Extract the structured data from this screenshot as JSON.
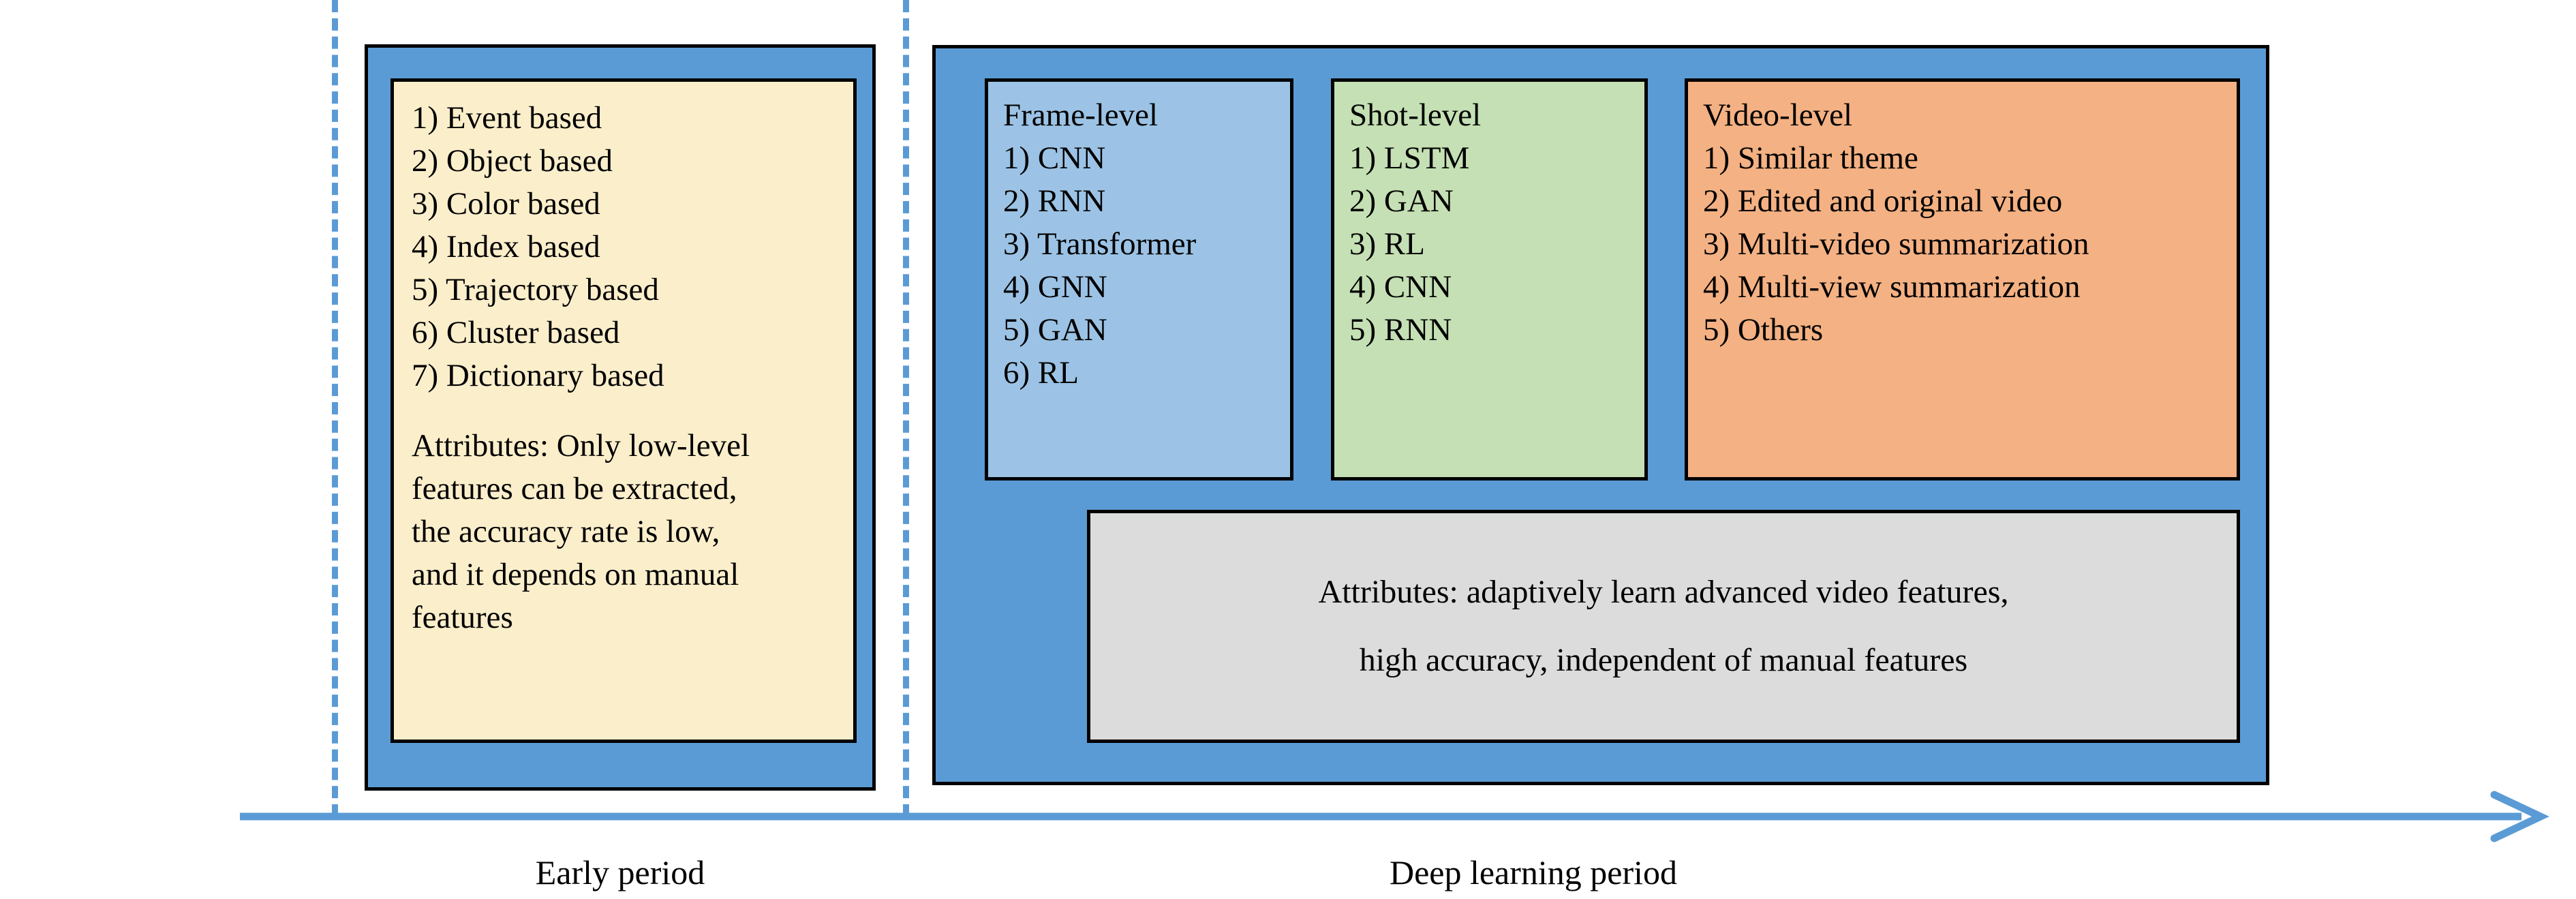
{
  "colors": {
    "panel_blue": "#5B9BD5",
    "early_box": "#FBEECB",
    "frame_box": "#9CC3E5",
    "shot_box": "#C5E0B4",
    "video_box": "#F4B183",
    "attributes_box": "#DCDCDC",
    "separator": "#5B9BD5",
    "outline": "#000000"
  },
  "timeline": {
    "axis_label_early": "Early period",
    "axis_label_deep": "Deep learning period",
    "arrow_direction": "right"
  },
  "early_period": {
    "methods": [
      "1) Event based",
      "2) Object based",
      "3) Color based",
      "4) Index based",
      "5) Trajectory based",
      "6) Cluster based",
      "7) Dictionary based"
    ],
    "attributes_lines": [
      "Attributes: Only low-level",
      "features can be extracted,",
      "the accuracy rate is low,",
      "and it depends on manual",
      "features"
    ]
  },
  "deep_learning_period": {
    "frame_level": {
      "heading": "Frame-level",
      "items": [
        "1) CNN",
        "2) RNN",
        "3) Transformer",
        "4) GNN",
        "5) GAN",
        "6) RL"
      ]
    },
    "shot_level": {
      "heading": "Shot-level",
      "items": [
        "1) LSTM",
        "2) GAN",
        "3) RL",
        "4) CNN",
        "5) RNN"
      ]
    },
    "video_level": {
      "heading": "Video-level",
      "items": [
        "1) Similar theme",
        "2) Edited and original video",
        "3) Multi-video summarization",
        "4) Multi-view summarization",
        "5) Others"
      ]
    },
    "attributes_lines": [
      "Attributes: adaptively learn advanced video features,",
      "high accuracy, independent of manual features"
    ]
  }
}
